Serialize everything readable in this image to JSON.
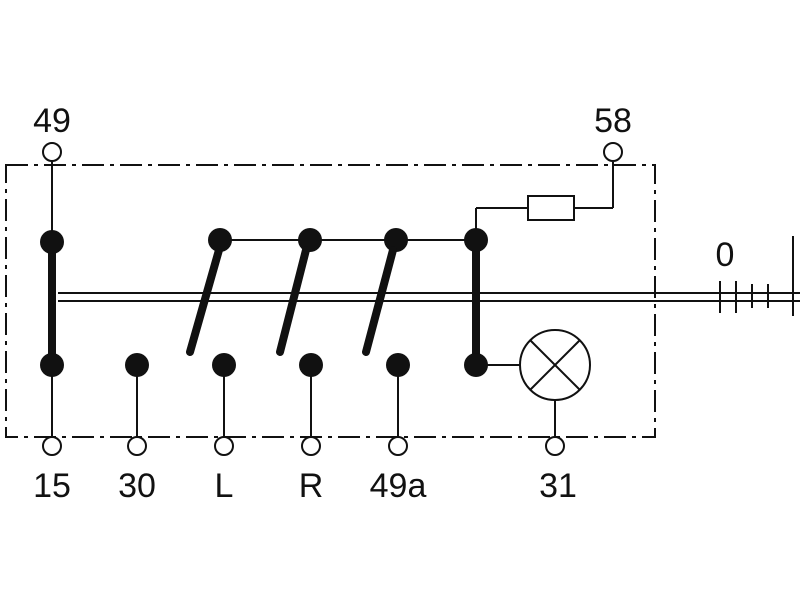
{
  "diagram": {
    "terminals": {
      "t49": "49",
      "t58": "58",
      "t15": "15",
      "t30": "30",
      "tL": "L",
      "tR": "R",
      "t49a": "49a",
      "t31": "31"
    },
    "position_label": "0"
  }
}
